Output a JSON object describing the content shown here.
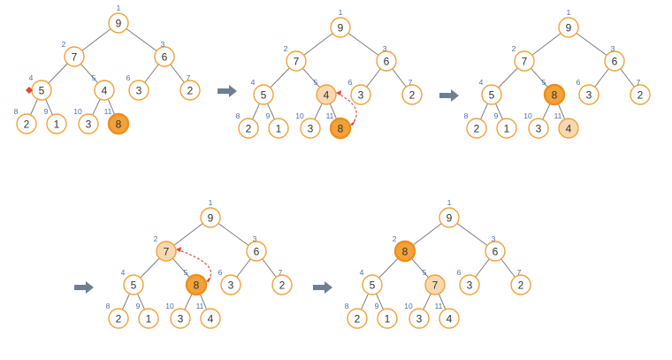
{
  "diagrams": [
    {
      "id": "step-1",
      "values": [
        "9",
        "7",
        "6",
        "5",
        "4",
        "3",
        "2",
        "2",
        "1",
        "3",
        "8"
      ],
      "highlights": {
        "11": "dark"
      },
      "marker_on": 4
    },
    {
      "id": "step-2",
      "values": [
        "9",
        "7",
        "6",
        "5",
        "4",
        "3",
        "2",
        "2",
        "1",
        "3",
        "8"
      ],
      "highlights": {
        "5": "light",
        "11": "dark"
      },
      "swap": [
        5,
        11
      ]
    },
    {
      "id": "step-3",
      "values": [
        "9",
        "7",
        "6",
        "5",
        "8",
        "3",
        "2",
        "2",
        "1",
        "3",
        "4"
      ],
      "highlights": {
        "5": "dark",
        "11": "light"
      }
    },
    {
      "id": "step-4",
      "values": [
        "9",
        "7",
        "6",
        "5",
        "8",
        "3",
        "2",
        "2",
        "1",
        "3",
        "4"
      ],
      "highlights": {
        "2": "light",
        "5": "dark"
      },
      "swap": [
        2,
        5
      ]
    },
    {
      "id": "step-5",
      "values": [
        "9",
        "8",
        "6",
        "5",
        "7",
        "3",
        "2",
        "2",
        "1",
        "3",
        "4"
      ],
      "highlights": {
        "2": "dark",
        "5": "light"
      }
    }
  ],
  "index_labels": [
    "1",
    "2",
    "3",
    "4",
    "5",
    "6",
    "7",
    "8",
    "9",
    "10",
    "11"
  ],
  "colors": {
    "node_border": "#f2a23a",
    "highlight_dark": "#f2a23a",
    "highlight_light": "#f8d8b0",
    "index_text": "#4a6ea8",
    "edge": "#7a7a7a",
    "arrow": "#6f7f90",
    "swap_arrow": "#e0443a",
    "marker": "#e0443a"
  },
  "step_arrow_icon": "right-arrow-icon"
}
